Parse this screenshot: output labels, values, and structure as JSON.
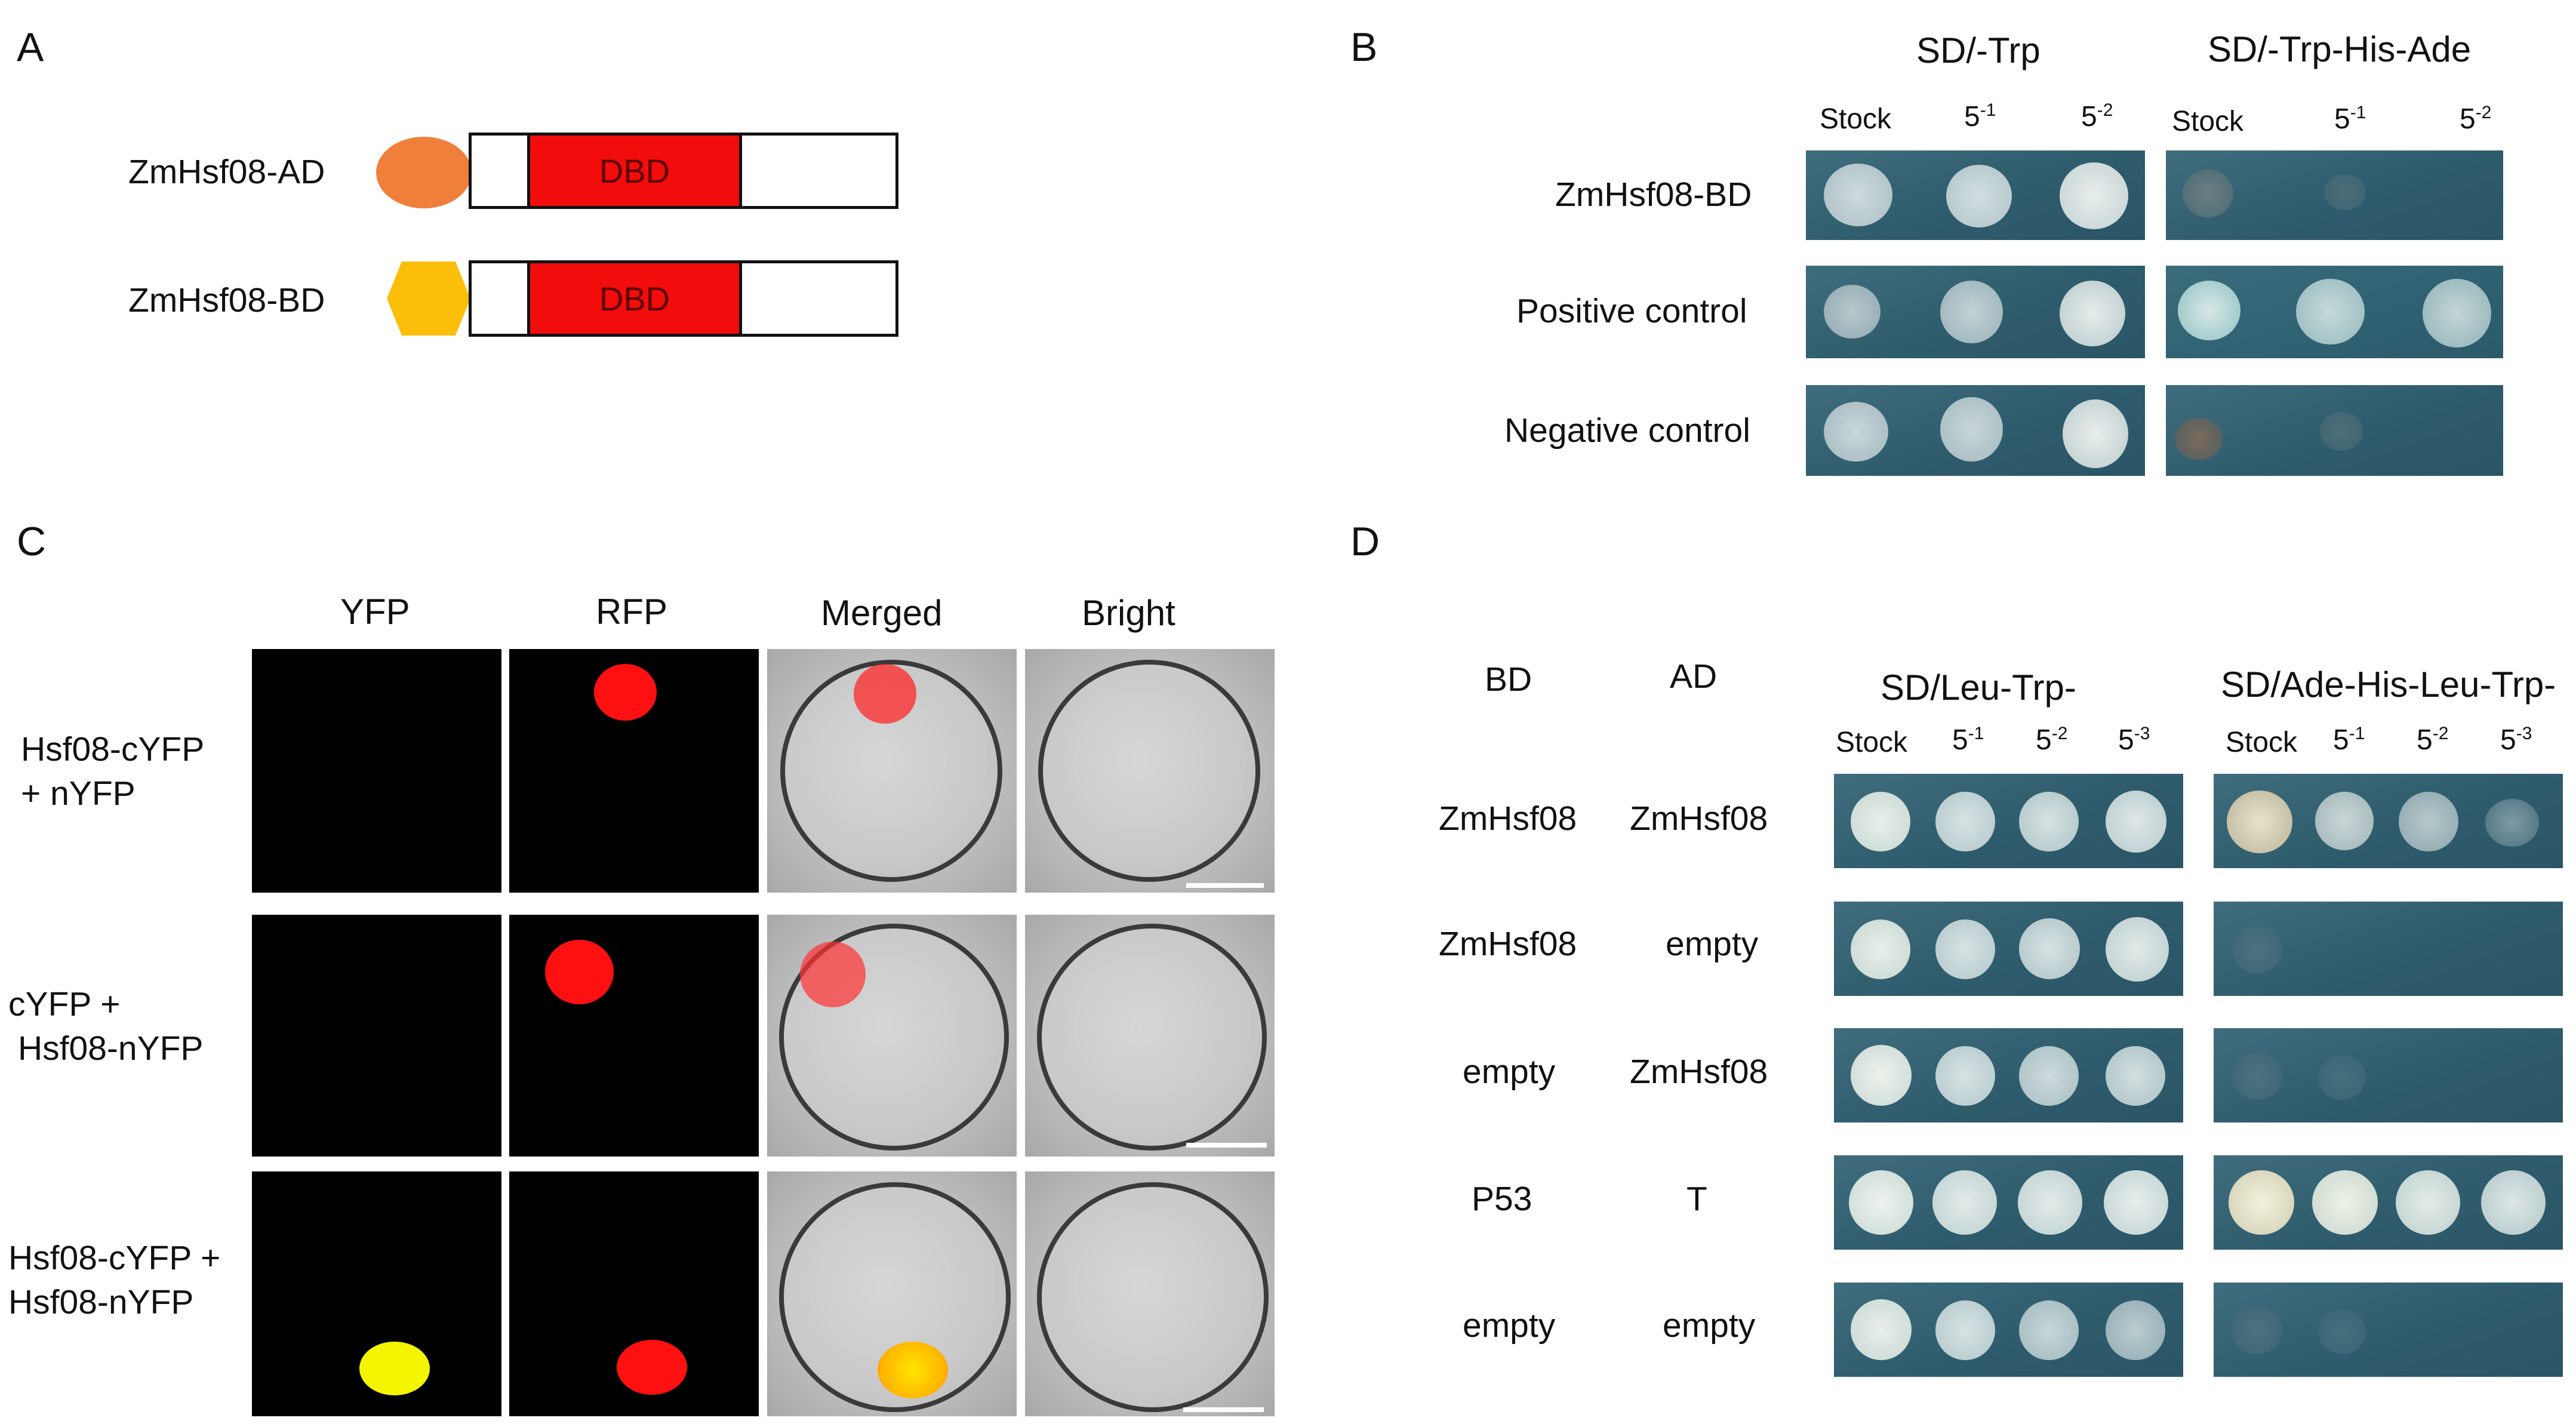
{
  "panels": {
    "A": {
      "letter": "A",
      "constructs": [
        {
          "label": "ZmHsf08-AD",
          "domain": "DBD",
          "tag_shape": "ellipse",
          "tag_color": "#f07f3c"
        },
        {
          "label": "ZmHsf08-BD",
          "domain": "DBD",
          "tag_shape": "hexagon",
          "tag_color": "#fbbf0a"
        }
      ],
      "dbd_color": "#f20c0c"
    },
    "B": {
      "letter": "B",
      "media": [
        "SD/-Trp",
        "SD/-Trp-His-Ade"
      ],
      "dilutions": [
        {
          "base": "Stock",
          "exp": ""
        },
        {
          "base": "5",
          "exp": "-1"
        },
        {
          "base": "5",
          "exp": "-2"
        }
      ],
      "rows": [
        "ZmHsf08-BD",
        "Positive control",
        "Negative control"
      ]
    },
    "C": {
      "letter": "C",
      "channels": [
        "YFP",
        "RFP",
        "Merged",
        "Bright"
      ],
      "rows": [
        {
          "line1": "Hsf08-cYFP",
          "line2": "+ nYFP"
        },
        {
          "line1": "cYFP +",
          "line2": "Hsf08-nYFP"
        },
        {
          "line1": "Hsf08-cYFP +",
          "line2": "Hsf08-nYFP"
        }
      ],
      "colors": {
        "yfp": "#f5f500",
        "rfp": "#ff1010"
      }
    },
    "D": {
      "letter": "D",
      "col_bd": "BD",
      "col_ad": "AD",
      "media": [
        "SD/Leu-Trp-",
        "SD/Ade-His-Leu-Trp-"
      ],
      "dilutions": [
        {
          "base": "Stock",
          "exp": ""
        },
        {
          "base": "5",
          "exp": "-1"
        },
        {
          "base": "5",
          "exp": "-2"
        },
        {
          "base": "5",
          "exp": "-3"
        }
      ],
      "rows": [
        {
          "bd": "ZmHsf08",
          "ad": "ZmHsf08"
        },
        {
          "bd": "ZmHsf08",
          "ad": "empty"
        },
        {
          "bd": "empty",
          "ad": "ZmHsf08"
        },
        {
          "bd": "P53",
          "ad": "T"
        },
        {
          "bd": "empty",
          "ad": "empty"
        }
      ]
    }
  }
}
